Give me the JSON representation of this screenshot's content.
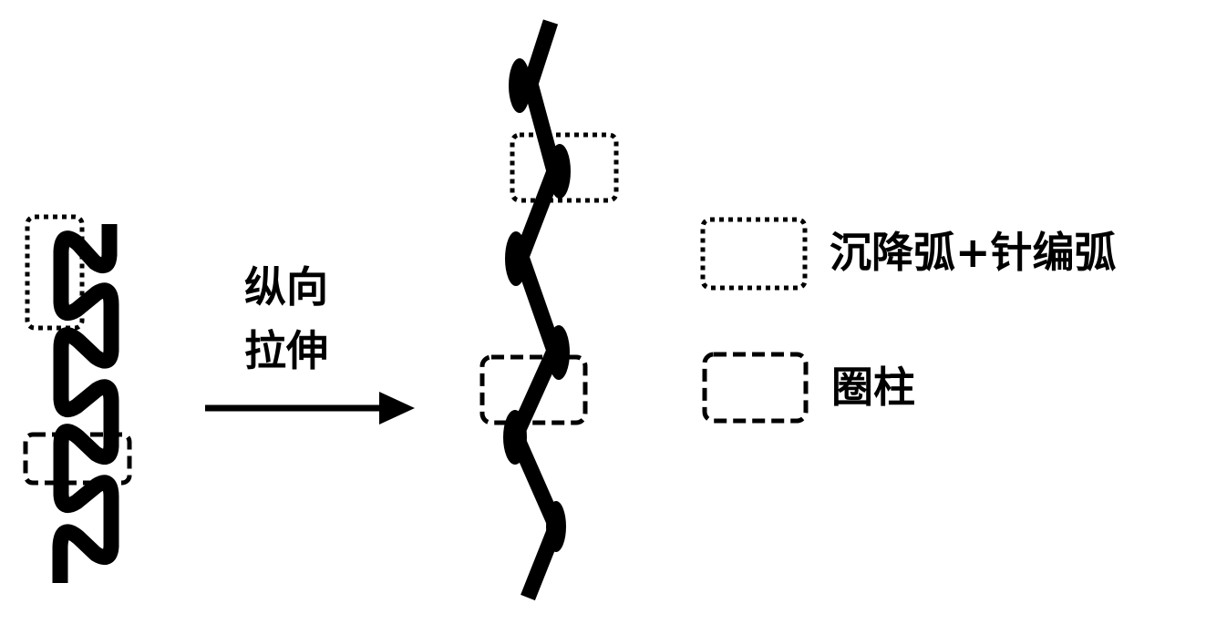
{
  "arrow_label": {
    "line1": "纵向",
    "line2": "拉伸"
  },
  "legend": [
    {
      "style": "dotted",
      "label": "沉降弧+针编弧"
    },
    {
      "style": "dashed",
      "label": "圈柱"
    }
  ],
  "colors": {
    "ink": "#000000",
    "background": "#ffffff"
  }
}
